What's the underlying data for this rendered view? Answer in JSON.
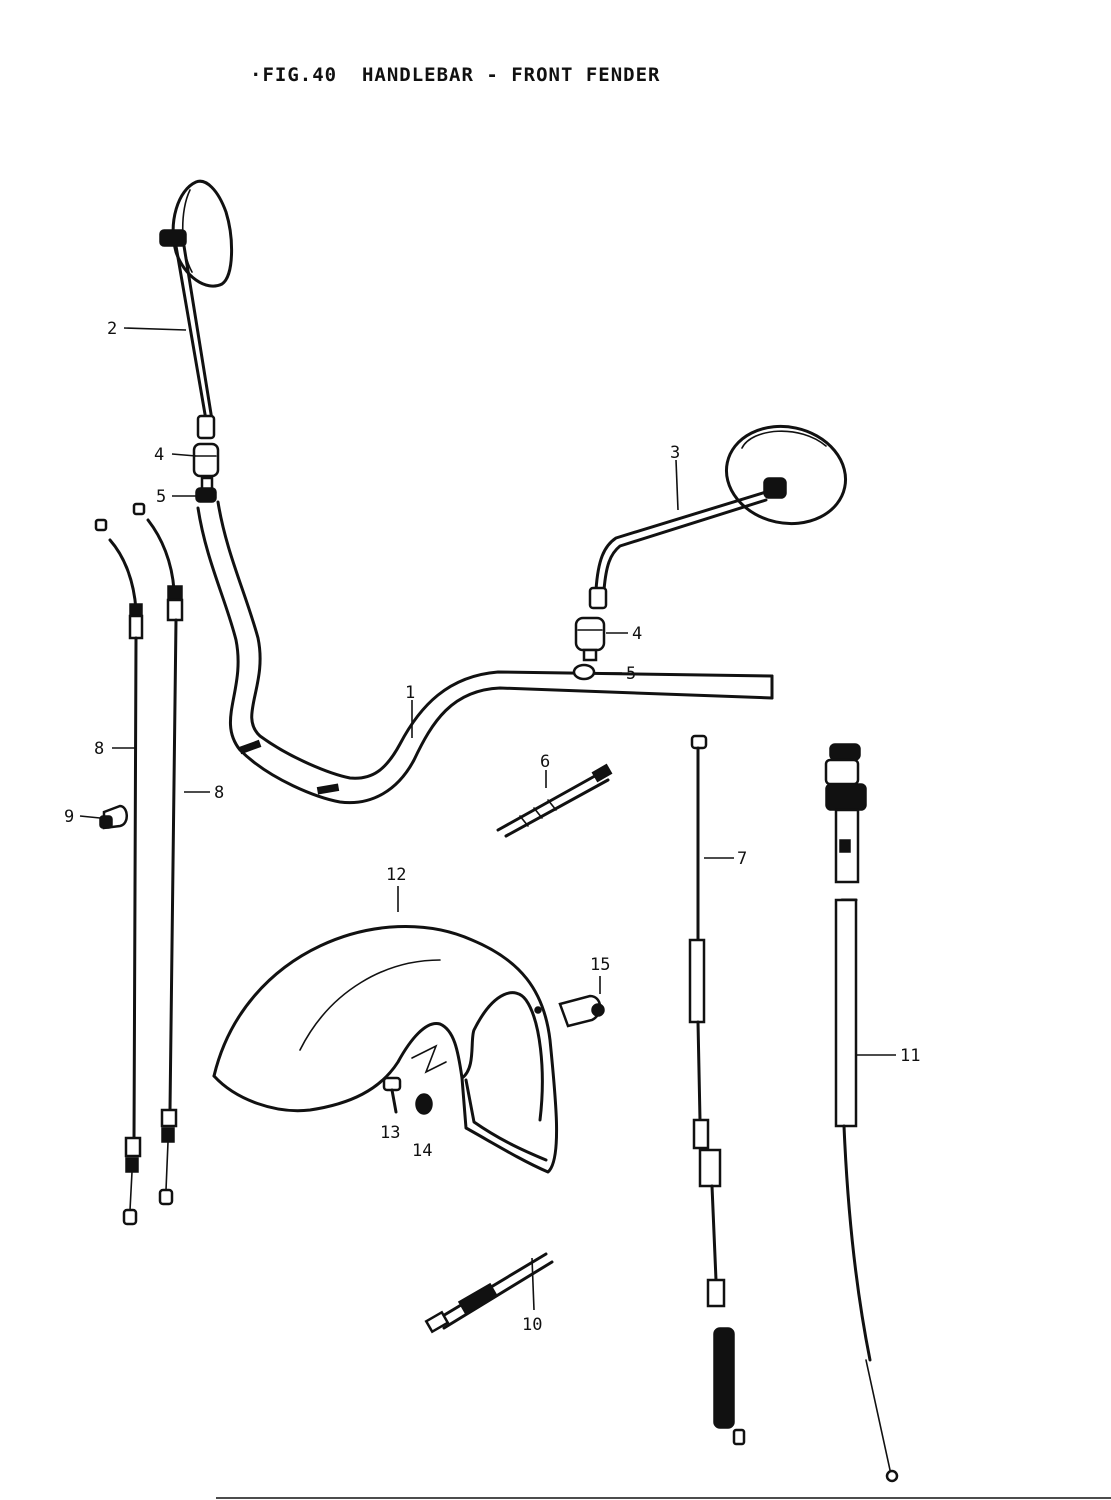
{
  "title": "·FIG.40  HANDLEBAR - FRONT FENDER",
  "callouts": [
    {
      "id": "c1",
      "text": "1"
    },
    {
      "id": "c2",
      "text": "2"
    },
    {
      "id": "c3",
      "text": "3"
    },
    {
      "id": "c4a",
      "text": "4"
    },
    {
      "id": "c4b",
      "text": "4"
    },
    {
      "id": "c5a",
      "text": "5"
    },
    {
      "id": "c5b",
      "text": "5"
    },
    {
      "id": "c6",
      "text": "6"
    },
    {
      "id": "c7",
      "text": "7"
    },
    {
      "id": "c8a",
      "text": "8"
    },
    {
      "id": "c8b",
      "text": "8"
    },
    {
      "id": "c9",
      "text": "9"
    },
    {
      "id": "c10",
      "text": "10"
    },
    {
      "id": "c11",
      "text": "11"
    },
    {
      "id": "c12",
      "text": "12"
    },
    {
      "id": "c13",
      "text": "13"
    },
    {
      "id": "c14",
      "text": "14"
    },
    {
      "id": "c15",
      "text": "15"
    }
  ]
}
